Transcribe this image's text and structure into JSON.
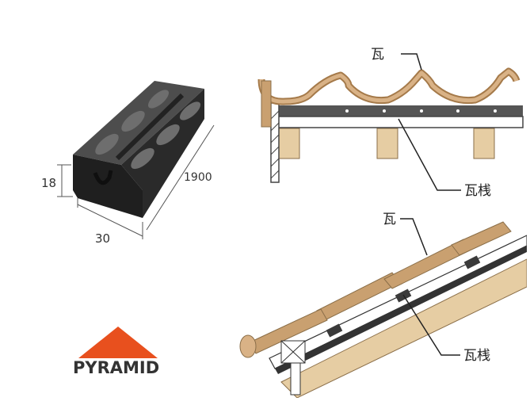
{
  "product_block": {
    "dim_height": "18",
    "dim_width": "30",
    "dim_length": "1900"
  },
  "section_top": {
    "label_tile": "瓦",
    "label_batten": "瓦桟"
  },
  "section_bottom": {
    "label_tile": "瓦",
    "label_batten": "瓦桟"
  },
  "logo": {
    "text": "PYRAMID",
    "accent": "#e8501e",
    "text_color": "#333333"
  },
  "colors": {
    "tile": "#c9a070",
    "tile_dark": "#a57a4a",
    "batten": "#e6cda3",
    "block": "#3a3a3a"
  }
}
